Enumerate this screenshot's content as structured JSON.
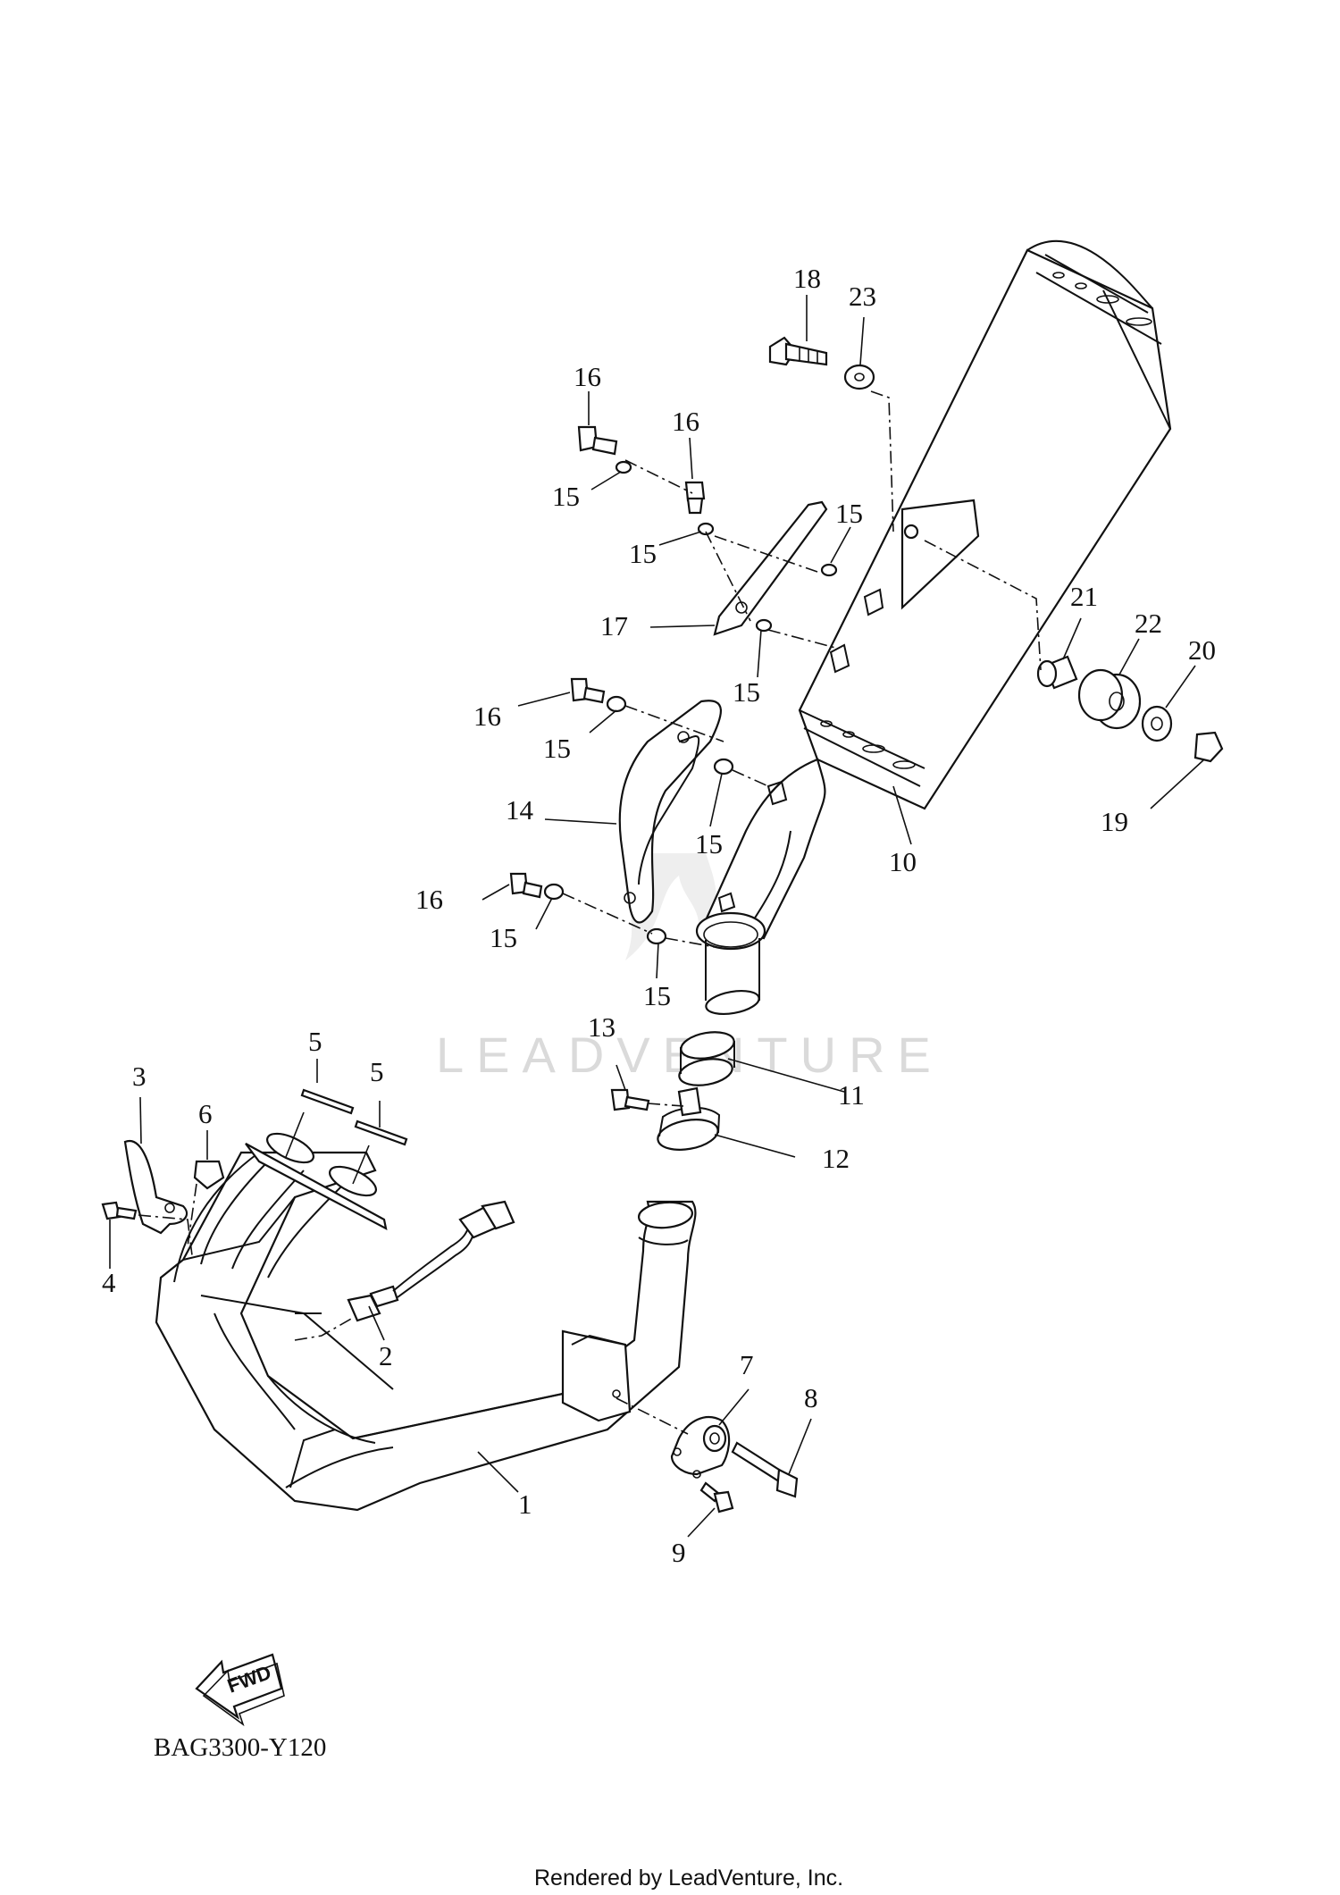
{
  "diagram": {
    "watermark": "LEADVENTURE",
    "code": "BAG3300-Y120",
    "footer": "Rendered by LeadVenture, Inc.",
    "direction_label": "FWD",
    "callouts": {
      "c1": "1",
      "c2": "2",
      "c3": "3",
      "c4": "4",
      "c5a": "5",
      "c5b": "5",
      "c6": "6",
      "c7": "7",
      "c8": "8",
      "c9": "9",
      "c10": "10",
      "c11": "11",
      "c12": "12",
      "c13": "13",
      "c14": "14",
      "c15a": "15",
      "c15b": "15",
      "c15c": "15",
      "c15d": "15",
      "c15e": "15",
      "c15f": "15",
      "c15g": "15",
      "c15h": "15",
      "c16a": "16",
      "c16b": "16",
      "c16c": "16",
      "c16d": "16",
      "c17": "17",
      "c18": "18",
      "c19": "19",
      "c20": "20",
      "c21": "21",
      "c22": "22",
      "c23": "23"
    }
  }
}
